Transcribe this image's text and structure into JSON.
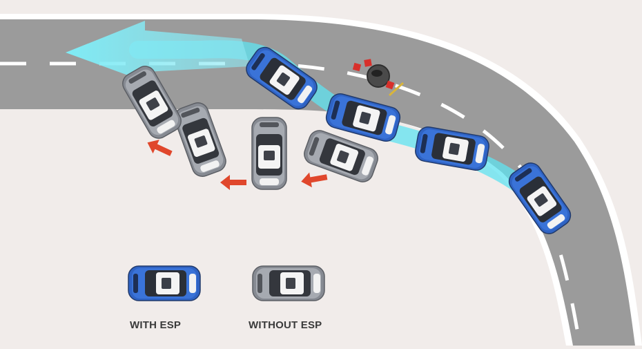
{
  "legend": {
    "with_esp": "WITH ESP",
    "without_esp": "WITHOUT ESP"
  },
  "colors": {
    "background": "#f1ecea",
    "road": "#9b9b9b",
    "road_edge": "#ffffff",
    "lane_marking": "#ffffff",
    "esp_car": "#2f63c4",
    "non_esp_car": "#8c8f96",
    "esp_path": "#5fe3f0",
    "skid_arrow": "#e0472c",
    "obstacle": "#4a4a4a",
    "warning_cone": "#d8302b"
  },
  "icons": {
    "direction_arrow": "large-left-arrow",
    "skid_arrows": "small-left-arrow",
    "obstacle": "manhole-obstacle-icon"
  }
}
